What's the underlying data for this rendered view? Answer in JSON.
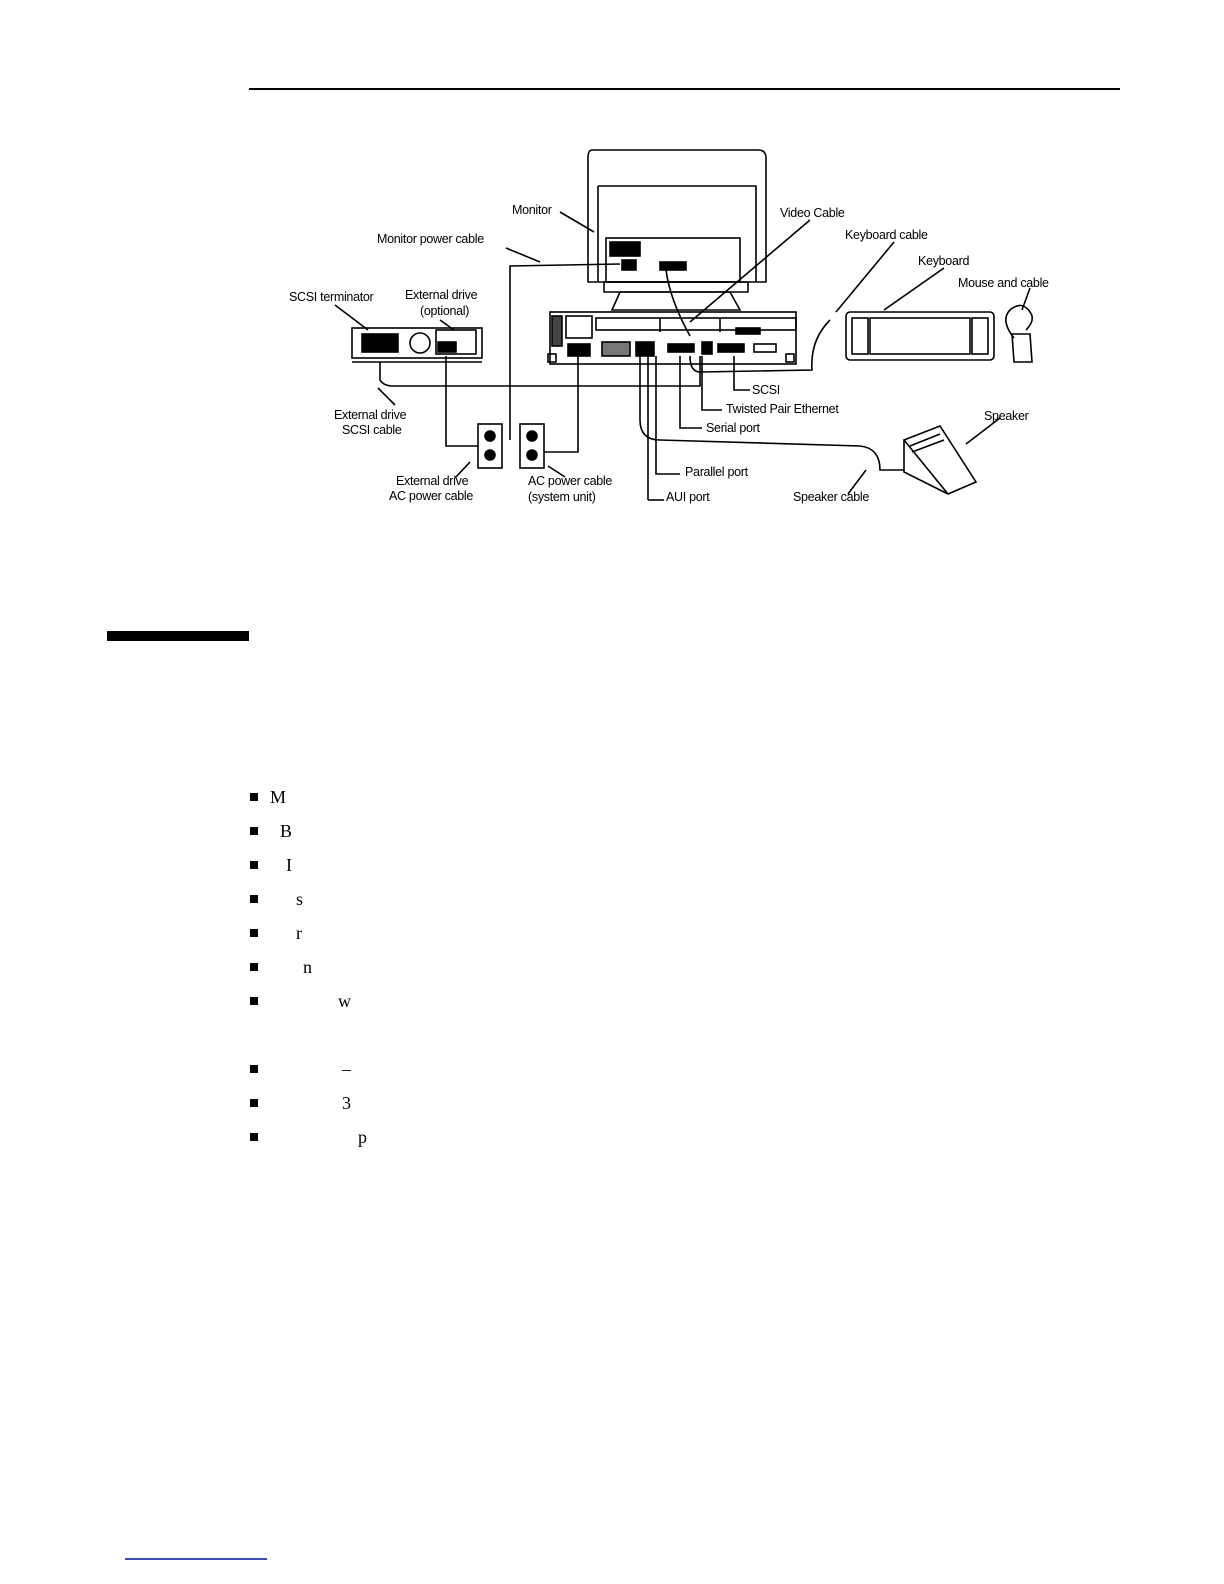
{
  "figure": {
    "labels": {
      "monitor": "Monitor",
      "video_cable": "Video Cable",
      "monitor_power_cable": "Monitor power cable",
      "keyboard_cable": "Keyboard cable",
      "keyboard": "Keyboard",
      "mouse_and_cable": "Mouse and cable",
      "scsi_terminator": "SCSI terminator",
      "external_drive_line1": "External drive",
      "external_drive_line2": "(optional)",
      "scsi": "SCSI",
      "twisted_pair_ethernet": "Twisted Pair Ethernet",
      "serial_port": "Serial port",
      "speaker": "Speaker",
      "external_drive_scsi_cable_line1": "External drive",
      "external_drive_scsi_cable_line2": "SCSI cable",
      "external_drive_ac_line1": "External drive",
      "external_drive_ac_line2": "AC power cable",
      "ac_power_cable_line1": "AC power cable",
      "ac_power_cable_line2": "(system unit)",
      "parallel_port": "Parallel port",
      "aui_port": "AUI port",
      "speaker_cable": "Speaker cable"
    }
  },
  "bullets": [
    {
      "text": "M"
    },
    {
      "text": "B"
    },
    {
      "text": "I"
    },
    {
      "text": "s"
    },
    {
      "text": "r"
    },
    {
      "text": "n"
    },
    {
      "text": "w"
    },
    {
      "text": "–"
    },
    {
      "text": "3"
    },
    {
      "text": "p"
    }
  ]
}
